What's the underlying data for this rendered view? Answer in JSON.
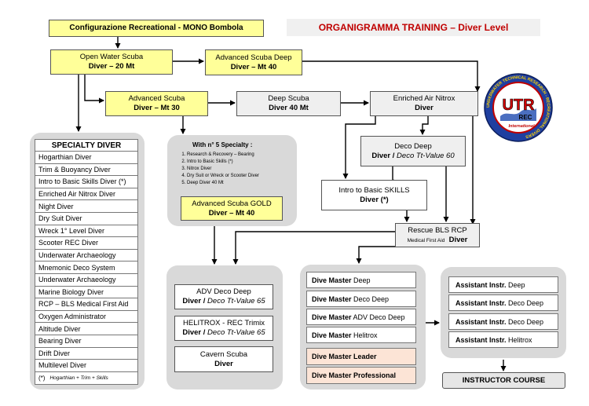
{
  "header": {
    "config_label": "Configurazione Recreational - MONO Bombola",
    "title": "ORGANIGRAMMA TRAINING – Diver Level"
  },
  "courses": {
    "open_water": {
      "l1": "Open Water Scuba",
      "l2": "Diver – 20 Mt"
    },
    "advanced_deep": {
      "l1": "Advanced Scuba Deep",
      "l2": "Diver – Mt 40"
    },
    "advanced": {
      "l1": "Advanced Scuba",
      "l2": "Diver – Mt 30"
    },
    "deep": {
      "l1": "Deep Scuba",
      "l2": "Diver 40 Mt"
    },
    "nitrox": {
      "l1": "Enriched Air Nitrox",
      "l2": "Diver"
    },
    "deco_deep": {
      "l1": "Deco Deep",
      "l2a": "Diver / ",
      "l2b": "Deco Tt-Value 60"
    },
    "intro_skills": {
      "l1": "Intro to Basic SKILLS",
      "l2": "Diver  (*)"
    },
    "rescue": {
      "l1a": "Rescue  BLS RCP",
      "l2a": "Medical First Aid",
      "l2b": "Diver"
    }
  },
  "specialty": {
    "title": "SPECIALTY  DIVER",
    "items": [
      "Hogarthian Diver",
      "Trim & Buoyancy Diver",
      "Intro to Basic Skills Diver (*)",
      "Enriched Air Nitrox Diver",
      "Night Diver",
      "Dry Suit Diver",
      "Wreck 1° Level Diver",
      "Scooter REC Diver",
      "Underwater Archaeology",
      "Mnemonic Deco System",
      "Underwater Archaeology",
      "Marine Biology Diver",
      "RCP – BLS Medical First Aid",
      "Oxygen Administrator",
      "Altitude Diver",
      "Bearing Diver",
      "Drift Diver",
      "Multilevel Diver"
    ],
    "note_mark": "(*)",
    "note_text": "Hogarthian + Trim + Skills"
  },
  "gold": {
    "heading": "With  n° 5 Specialty :",
    "list": [
      "Research & Recovery – Bearing",
      "Intro to Basic Skills  (*)",
      "Nitrox Diver",
      "Dry Suit  or  Wreck  or  Scooter Diver",
      "Deep Diver 40 Mt"
    ],
    "l1": "Advanced Scuba GOLD",
    "l2": "Diver – Mt 40"
  },
  "adv_panel": {
    "adv_deco": {
      "l1": "ADV Deco Deep",
      "l2a": "Diver / ",
      "l2b": "Deco Tt-Value 65"
    },
    "helitrox": {
      "l1": "HELITROX -  REC Trimix",
      "l2a": "Diver / ",
      "l2b": "Deco Tt-Value 65"
    },
    "cavern": {
      "l1": "Cavern Scuba",
      "l2": "Diver"
    }
  },
  "dive_master": {
    "items": [
      {
        "a": "Dive Master",
        "b": " Deep"
      },
      {
        "a": "Dive Master",
        "b": " Deco Deep"
      },
      {
        "a": "Dive Master",
        "b": " ADV Deco Deep"
      },
      {
        "a": "Dive Master",
        "b": " Helitrox"
      },
      {
        "a": "Dive Master Leader",
        "b": ""
      },
      {
        "a": "Dive Master Professional",
        "b": ""
      }
    ]
  },
  "assistant": {
    "items": [
      {
        "a": "Assistant Instr.",
        "b": " Deep"
      },
      {
        "a": "Assistant Instr.",
        "b": " Deco Deep"
      },
      {
        "a": "Assistant Instr.",
        "b": " Deco Deep"
      },
      {
        "a": "Assistant Instr.",
        "b": " Helitrox"
      }
    ]
  },
  "instructor": "INSTRUCTOR COURSE",
  "logo": {
    "main": "UTR",
    "sub": "REC",
    "intl": "International",
    "ring_text": "UNDERWATER TECHNICAL RESEARCH - RECREATIONAL DIVERS"
  },
  "colors": {
    "yellow": "#ffff99",
    "gray_box": "#efefef",
    "panel": "#d9d9d9",
    "peach": "#fce4d6",
    "title_red": "#c00000"
  }
}
